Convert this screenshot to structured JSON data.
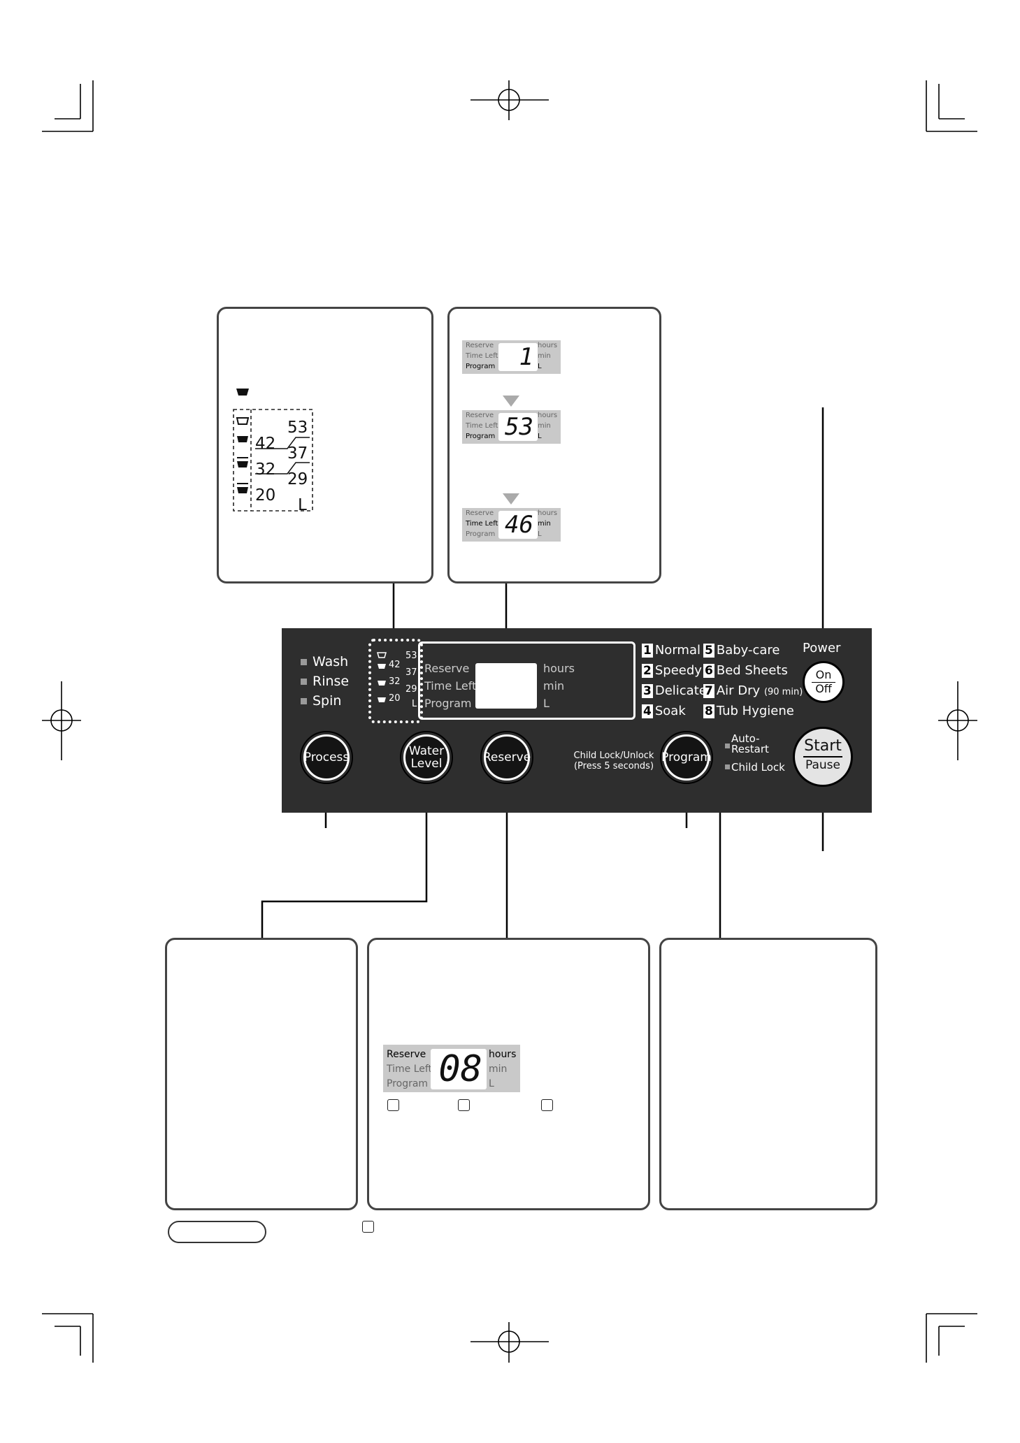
{
  "water_level_box": {
    "levels": [
      "53",
      "42",
      "37",
      "32",
      "29",
      "20"
    ],
    "unit": "L"
  },
  "program_box": {
    "labels": [
      "Reserve",
      "Time Left",
      "Program"
    ],
    "units": [
      "hours",
      "min",
      "L"
    ],
    "screens": [
      "1",
      "53",
      "46"
    ]
  },
  "panel": {
    "indicators": [
      "Wash",
      "Rinse",
      "Spin"
    ],
    "display": {
      "labels": [
        "Reserve",
        "Time Left",
        "Program"
      ],
      "units": [
        "hours",
        "min",
        "L"
      ],
      "levels": [
        "53",
        "42",
        "37",
        "32",
        "29",
        "20"
      ],
      "unit": "L"
    },
    "programs": [
      {
        "num": "1",
        "name": "Normal"
      },
      {
        "num": "2",
        "name": "Speedy"
      },
      {
        "num": "3",
        "name": "Delicate"
      },
      {
        "num": "4",
        "name": "Soak"
      },
      {
        "num": "5",
        "name": "Baby-care"
      },
      {
        "num": "6",
        "name": "Bed Sheets"
      },
      {
        "num": "7",
        "name": "Air Dry",
        "note": "(90 min)"
      },
      {
        "num": "8",
        "name": "Tub Hygiene"
      }
    ],
    "power_label": "Power",
    "power_on": "On",
    "power_off": "Off",
    "buttons": {
      "process": "Process",
      "water_level_1": "Water",
      "water_level_2": "Level",
      "reserve": "Reserve",
      "program": "Program"
    },
    "child_lock_hint_1": "Child Lock/Unlock",
    "child_lock_hint_2": "(Press 5 seconds)",
    "auto_restart_1": "Auto-",
    "auto_restart_2": "Restart",
    "child_lock": "Child Lock",
    "start": "Start",
    "pause": "Pause"
  },
  "reserve_box": {
    "labels": [
      "Reserve",
      "Time Left",
      "Program"
    ],
    "units": [
      "hours",
      "min",
      "L"
    ],
    "value": "08"
  }
}
